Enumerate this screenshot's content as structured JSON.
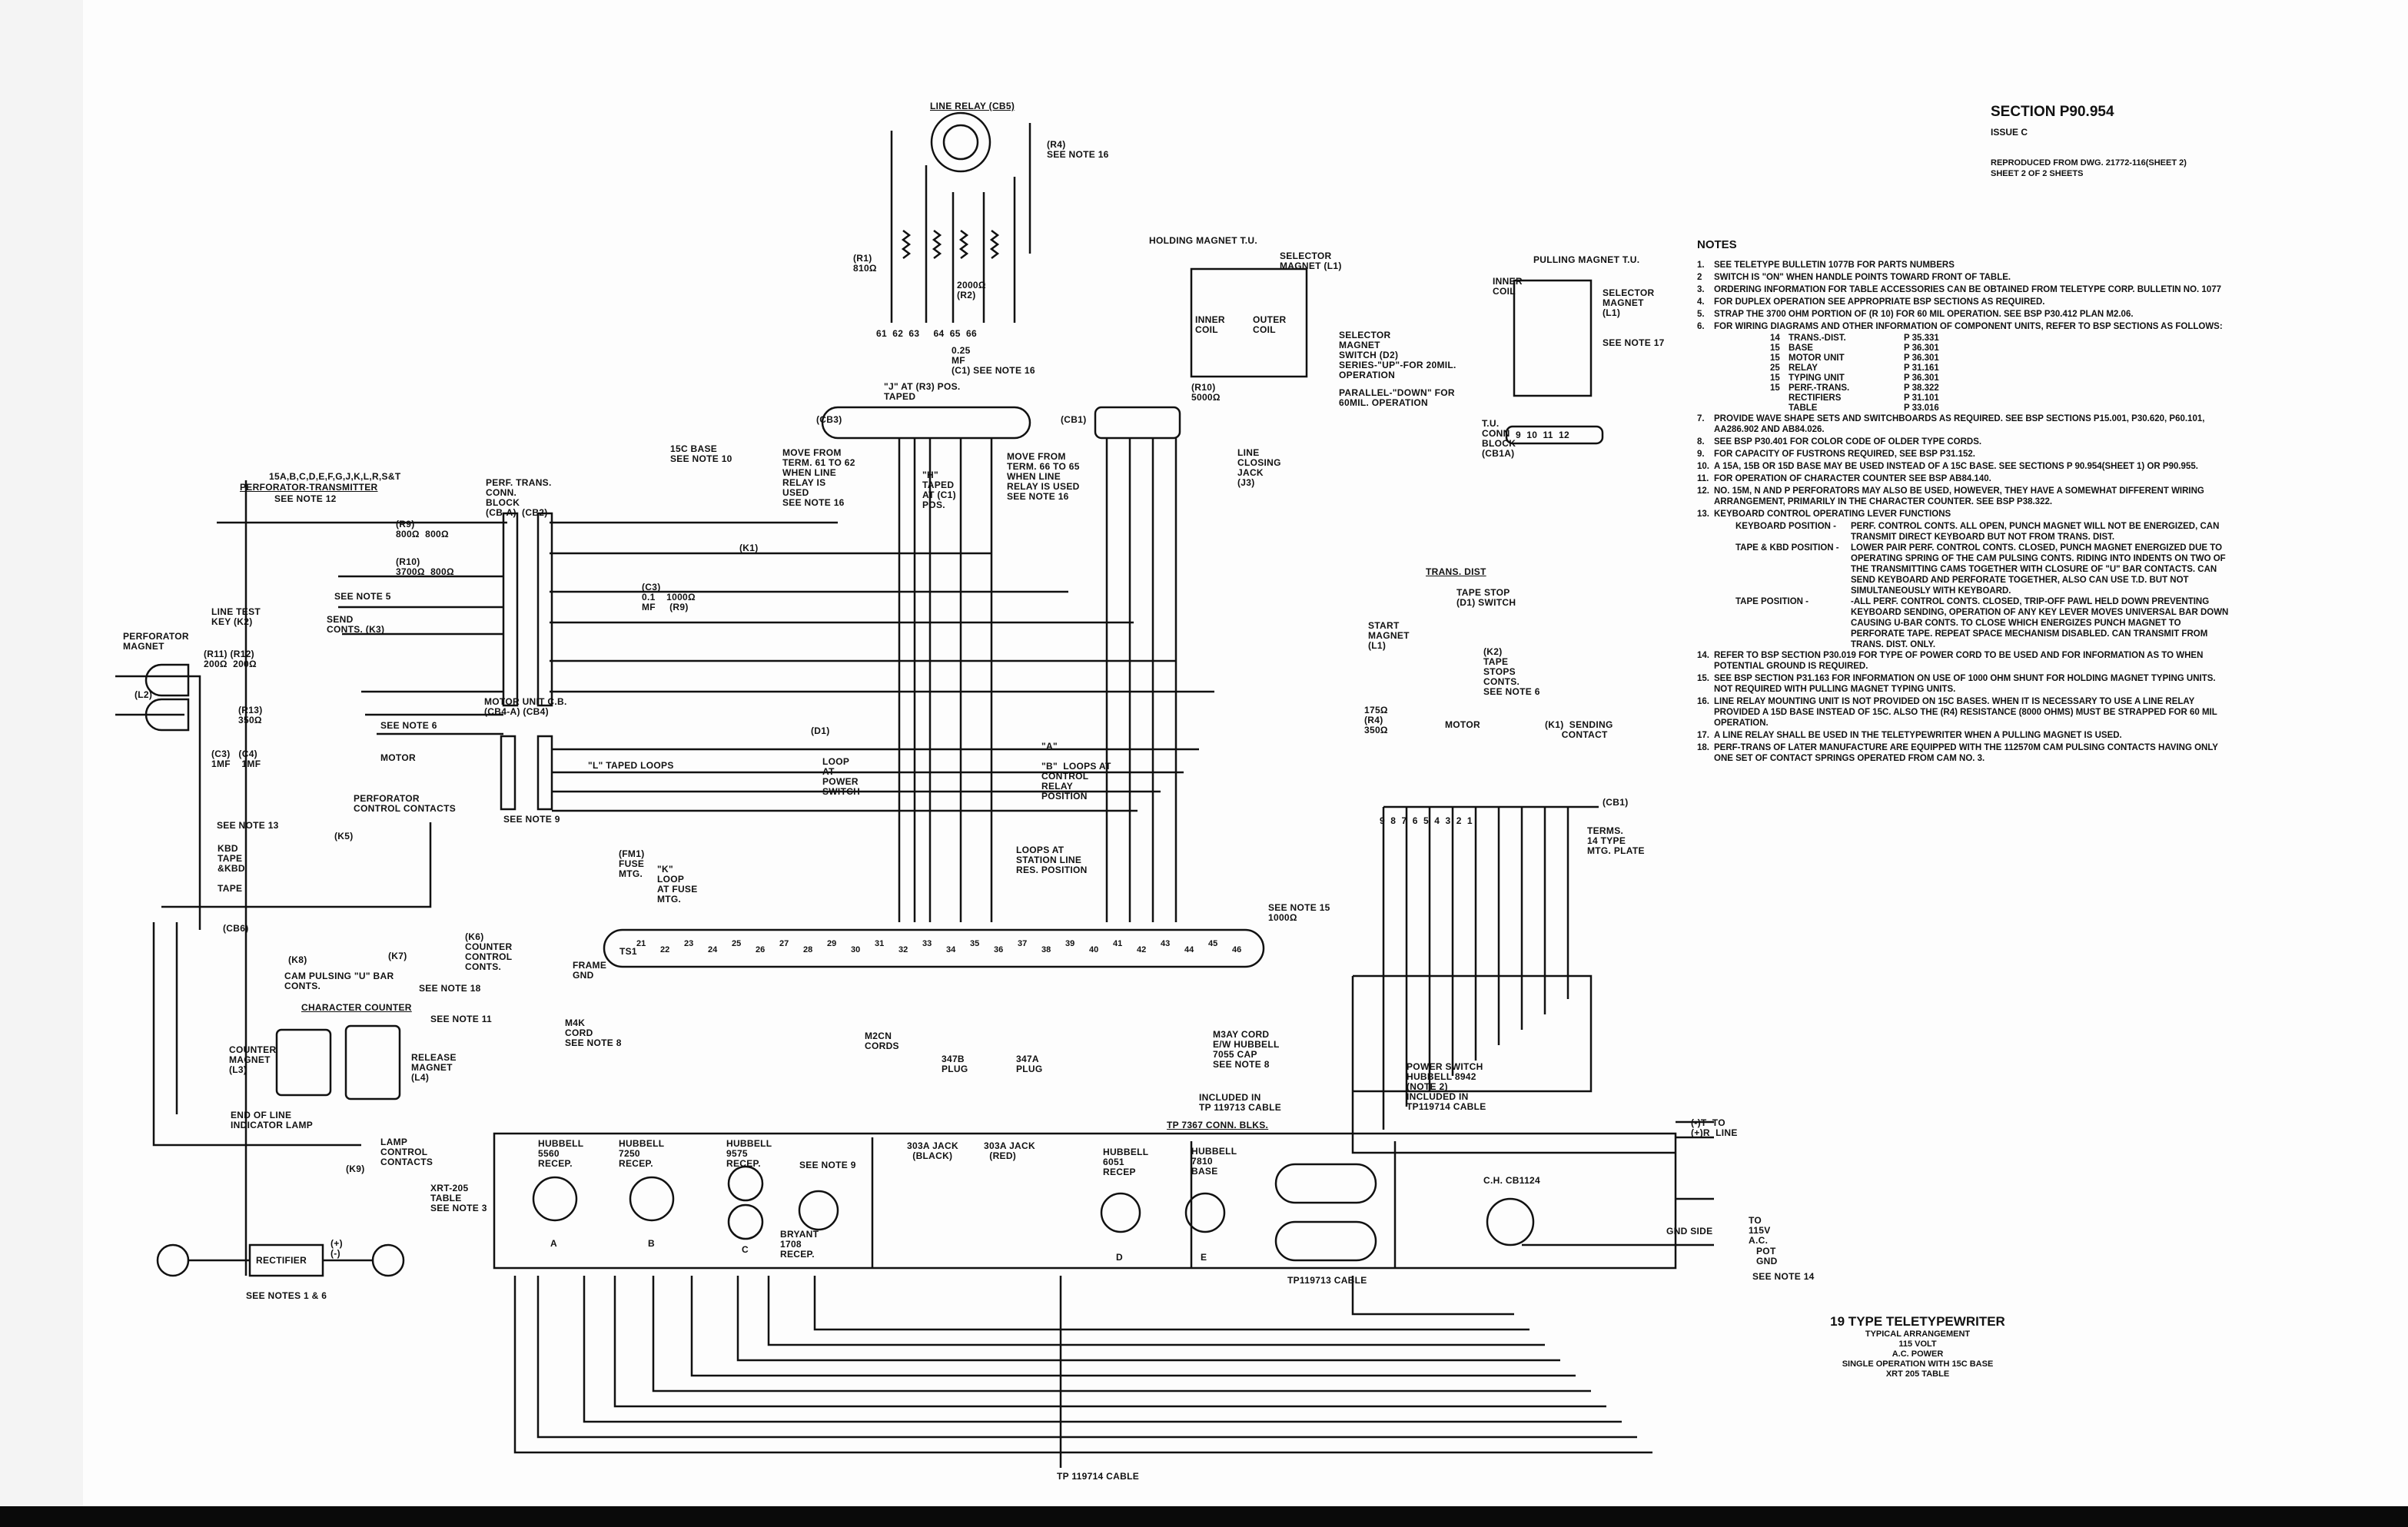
{
  "header": {
    "section": "SECTION P90.954",
    "issue": "ISSUE C",
    "reproduced": "REPRODUCED FROM DWG. 21772-116(SHEET 2)",
    "sheet": "SHEET 2 OF 2 SHEETS"
  },
  "notes": {
    "heading": "NOTES",
    "items": [
      {
        "n": "1.",
        "text": "SEE TELETYPE BULLETIN 1077B FOR PARTS NUMBERS"
      },
      {
        "n": "2",
        "text": "SWITCH IS \"ON\" WHEN HANDLE POINTS TOWARD FRONT OF TABLE."
      },
      {
        "n": "3.",
        "text": "ORDERING INFORMATION FOR TABLE ACCESSORIES CAN BE OBTAINED FROM TELETYPE CORP. BULLETIN NO. 1077"
      },
      {
        "n": "4.",
        "text": "FOR DUPLEX OPERATION SEE APPROPRIATE BSP SECTIONS AS REQUIRED."
      },
      {
        "n": "5.",
        "text": "STRAP THE 3700 OHM PORTION OF (R 10) FOR 60 MIL OPERATION. SEE BSP P30.412 PLAN M2.06."
      },
      {
        "n": "6.",
        "text": "FOR WIRING DIAGRAMS AND OTHER INFORMATION OF COMPONENT UNITS, REFER TO BSP SECTIONS AS FOLLOWS:"
      }
    ],
    "bsp_table": [
      {
        "num": "14",
        "unit": "TRANS.-DIST.",
        "section": "P 35.331"
      },
      {
        "num": "15",
        "unit": "BASE",
        "section": "P 36.301"
      },
      {
        "num": "15",
        "unit": "MOTOR UNIT",
        "section": "P 36.301"
      },
      {
        "num": "25",
        "unit": "RELAY",
        "section": "P 31.161"
      },
      {
        "num": "15",
        "unit": "TYPING UNIT",
        "section": "P 36.301"
      },
      {
        "num": "15",
        "unit": "PERF.-TRANS.",
        "section": "P 38.322"
      },
      {
        "num": "",
        "unit": "RECTIFIERS",
        "section": "P 31.101"
      },
      {
        "num": "",
        "unit": "TABLE",
        "section": "P 33.016"
      }
    ],
    "items2": [
      {
        "n": "7.",
        "text": "PROVIDE WAVE SHAPE SETS AND SWITCHBOARDS AS REQUIRED. SEE BSP SECTIONS P15.001, P30.620, P60.101, AA286.902 AND AB84.026."
      },
      {
        "n": "8.",
        "text": "SEE BSP P30.401 FOR COLOR CODE OF OLDER TYPE CORDS."
      },
      {
        "n": "9.",
        "text": "FOR CAPACITY OF FUSTRONS REQUIRED, SEE BSP P31.152."
      },
      {
        "n": "10.",
        "text": "A 15A, 15B OR 15D BASE MAY BE USED INSTEAD OF A 15C BASE. SEE SECTIONS P 90.954(SHEET 1) OR P90.955."
      },
      {
        "n": "11.",
        "text": "FOR OPERATION OF CHARACTER COUNTER SEE BSP AB84.140."
      },
      {
        "n": "12.",
        "text": "NO. 15M, N AND P PERFORATORS MAY ALSO BE USED, HOWEVER, THEY HAVE A SOMEWHAT DIFFERENT WIRING ARRANGEMENT, PRIMARILY IN THE CHARACTER COUNTER. SEE BSP P38.322."
      },
      {
        "n": "13.",
        "text": "KEYBOARD CONTROL OPERATING LEVER FUNCTIONS"
      }
    ],
    "lever_positions": [
      {
        "pos": "KEYBOARD POSITION -",
        "text": "PERF. CONTROL CONTS. ALL OPEN, PUNCH MAGNET WILL NOT BE ENERGIZED, CAN TRANSMIT DIRECT KEYBOARD BUT NOT FROM TRANS. DIST."
      },
      {
        "pos": "TAPE & KBD POSITION -",
        "text": "LOWER PAIR PERF. CONTROL CONTS. CLOSED, PUNCH MAGNET ENERGIZED DUE TO OPERATING SPRING OF THE CAM PULSING CONTS. RIDING INTO INDENTS ON TWO OF THE TRANSMITTING CAMS TOGETHER WITH CLOSURE OF \"U\" BAR CONTACTS. CAN SEND KEYBOARD AND PERFORATE TOGETHER, ALSO CAN USE T.D. BUT NOT SIMULTANEOUSLY WITH KEYBOARD."
      },
      {
        "pos": "TAPE POSITION -",
        "text": "-ALL PERF. CONTROL CONTS. CLOSED, TRIP-OFF PAWL HELD DOWN PREVENTING KEYBOARD SENDING, OPERATION OF ANY KEY LEVER MOVES UNIVERSAL BAR DOWN CAUSING U-BAR CONTS. TO CLOSE WHICH ENERGIZES PUNCH MAGNET TO PERFORATE TAPE. REPEAT SPACE MECHANISM DISABLED. CAN TRANSMIT FROM TRANS. DIST. ONLY."
      }
    ],
    "items3": [
      {
        "n": "14.",
        "text": "REFER TO BSP SECTION P30.019 FOR TYPE OF POWER CORD TO BE USED AND FOR INFORMATION AS TO WHEN POTENTIAL GROUND IS REQUIRED."
      },
      {
        "n": "15.",
        "text": "SEE BSP SECTION P31.163 FOR INFORMATION ON USE OF 1000 OHM SHUNT FOR HOLDING MAGNET TYPING UNITS. NOT REQUIRED WITH PULLING MAGNET TYPING UNITS."
      },
      {
        "n": "16.",
        "text": "LINE RELAY MOUNTING UNIT IS NOT PROVIDED ON 15C BASES. WHEN IT IS NECESSARY TO USE A LINE RELAY PROVIDED A 15D BASE INSTEAD OF 15C. ALSO THE (R4) RESISTANCE (8000 OHMS) MUST BE STRAPPED FOR 60 MIL OPERATION."
      },
      {
        "n": "17.",
        "text": "A LINE RELAY SHALL BE USED IN THE TELETYPEWRITER WHEN A PULLING MAGNET IS USED."
      },
      {
        "n": "18.",
        "text": "PERF-TRANS OF LATER MANUFACTURE ARE EQUIPPED WITH THE 112570M CAM PULSING CONTACTS HAVING ONLY ONE SET OF CONTACT SPRINGS OPERATED FROM CAM NO. 3."
      }
    ]
  },
  "title": {
    "main": "19 TYPE TELETYPEWRITER",
    "l1": "TYPICAL ARRANGEMENT",
    "l2": "115 VOLT",
    "l3": "A.C. POWER",
    "l4": "SINGLE OPERATION WITH 15C BASE",
    "l5": "XRT 205 TABLE"
  },
  "diagram": {
    "line_relay": "LINE RELAY (CB5)",
    "r4": "(R4)\nSEE NOTE 16",
    "c1": "0.25\nMF\n(C1) SEE NOTE 16",
    "j_r3": "\"J\" AT (R3) POS.\nTAPED",
    "r1": "(R1)\n810Ω",
    "r2": "2000Ω\n(R2)",
    "relay_terms": "61  62  63     64  65  66",
    "holding_tu": "HOLDING MAGNET T.U.",
    "sel_magnet": "SELECTOR\nMAGNET (L1)",
    "inner_coil": "INNER\nCOIL",
    "outer_coil": "OUTER\nCOIL",
    "sel_switch": "SELECTOR\nMAGNET\nSWITCH (D2)\nSERIES-\"UP\"-FOR 20MIL.\nOPERATION",
    "parallel": "PARALLEL-\"DOWN\" FOR\n60MIL. OPERATION",
    "r10b": "(R10)\n5000Ω",
    "line_jack": "LINE\nCLOSING\nJACK\n(J3)",
    "pulling_tu": "PULLING MAGNET T.U.",
    "inner_coil2": "INNER\nCOIL",
    "sel_magnet2": "SELECTOR\nMAGNET\n(L1)",
    "see17": "SEE NOTE 17",
    "tu_conn": "T.U.\nCONN\nBLOCK\n(CB1A)",
    "tu_terms": "9  10  11  12",
    "base15c": "15C BASE\nSEE NOTE 10",
    "move61": "MOVE FROM\nTERM. 61 TO 62\nWHEN LINE\nRELAY IS\nUSED\nSEE NOTE 16",
    "move66": "MOVE FROM\nTERM. 66 TO 65\nWHEN LINE\nRELAY IS USED\nSEE NOTE 16",
    "h_taped": "\"H\"\nTAPED\nAT (C1)\nPOS.",
    "cb3": "(CB3)",
    "cb1_top": "(CB1)",
    "perf_models": "15A,B,C,D,E,F,G,J,K,L,R,S&T",
    "perf_trans": "PERFORATOR-TRANSMITTER",
    "see12": "SEE NOTE 12",
    "conn_block": "PERF. TRANS.\nCONN.\nBLOCK\n(CB-A)  (CB2)",
    "r9": "(R9)\n800Ω  800Ω",
    "r10": "(R10)\n3700Ω  800Ω",
    "see5": "SEE NOTE 5",
    "send_conts": "SEND\nCONTS. (K3)",
    "line_test": "LINE TEST\nKEY (K2)",
    "perf_magnet": "PERFORATOR\nMAGNET",
    "l2": "(L2)",
    "r11r12": "(R11) (R12)\n200Ω  200Ω",
    "r13": "(R13)\n350Ω",
    "c3c4": "(C3)   (C4)\n1MF    1MF",
    "motor_cb": "MOTOR UNIT C.B.\n(CB4-A) (CB4)",
    "see9": "SEE NOTE 9",
    "see6": "SEE NOTE 6",
    "motor": "MOTOR",
    "taped_loops": "\"L\" TAPED LOOPS",
    "c3r9": "(C3)\n0.1    1000Ω\nMF     (R9)",
    "k1": "(K1)",
    "d1": "(D1)",
    "loop_power": "LOOP\nAT\nPOWER\nSWITCH",
    "loops_relay": "\"A\"\n\n\"B\"  LOOPS AT\nCONTROL\nRELAY\nPOSITION",
    "loops_station": "LOOPS AT\nSTATION LINE\nRES. POSITION",
    "see15": "SEE NOTE 15\n1000Ω",
    "fm1": "(FM1)\nFUSE\nMTG.",
    "loop_fuse": "\"K\"\nLOOP\nAT FUSE\nMTG.",
    "trans_dist": "TRANS. DIST",
    "tape_stop": "TAPE STOP\n(D1) SWITCH",
    "start_mag": "START\nMAGNET\n(L1)",
    "k2": "(K2)\nTAPE\nSTOPS\nCONTS.\nSEE NOTE 6",
    "r4b": "175Ω\n(R4)\n350Ω",
    "motor2": "MOTOR",
    "sending": "(K1)  SENDING\n      CONTACT",
    "cb1": "(CB1)",
    "terms": "TERMS.\n14 TYPE\nMTG. PLATE",
    "td_terms": "9  8  7  6  5  4  3  2  1",
    "see13": "SEE NOTE 13",
    "perf_ctrl": "PERFORATOR\nCONTROL CONTACTS",
    "k5": "(K5)",
    "kbd": "KBD\nTAPE\n&KBD\n\nTAPE",
    "cb6": "(CB6)",
    "k8": "(K8)",
    "cam_pulsing": "CAM PULSING \"U\" BAR\nCONTS.",
    "see18": "SEE NOTE 18",
    "k6": "(K6)\nCOUNTER\nCONTROL\nCONTS.",
    "k7": "(K7)",
    "char_counter": "CHARACTER COUNTER",
    "see11": "SEE NOTE 11",
    "counter_mag": "COUNTER\nMAGNET\n(L3)",
    "release_mag": "RELEASE\nMAGNET\n(L4)",
    "eol_lamp": "END OF LINE\nINDICATOR LAMP",
    "k9": "(K9)",
    "lamp_ctrl": "LAMP\nCONTROL\nCONTACTS",
    "frame_gnd": "FRAME\nGND",
    "ts1": "TS1",
    "m4k": "M4K\nCORD\nSEE NOTE 8",
    "m2cn": "M2CN\nCORDS",
    "p347b": "347B\nPLUG",
    "p347a": "347A\nPLUG",
    "m3ay": "M3AY CORD\nE/W HUBBELL\n7055 CAP\nSEE NOTE 8",
    "incl713": "INCLUDED IN\nTP 119713 CABLE",
    "power_sw": "POWER SWITCH\nHUBBELL 8942\n(NOTE 2)\nINCLUDED IN\nTP119714 CABLE",
    "tp7367": "TP 7367 CONN. BLKS.",
    "to_line": "(-)T  TO\n(+)R  LINE",
    "base_terms": [
      "21",
      "22",
      "23",
      "24",
      "25",
      "26",
      "27",
      "28",
      "29",
      "30",
      "31",
      "32",
      "33",
      "34",
      "35",
      "36",
      "37",
      "38",
      "39",
      "40",
      "41",
      "42",
      "43",
      "44",
      "45",
      "46"
    ],
    "xrt": "XRT-205\nTABLE\nSEE NOTE 3",
    "rectifier": "RECTIFIER",
    "rect_pm": "(+)\n(-)",
    "see1_6": "SEE NOTES 1 & 6",
    "hub5560": "HUBBELL\n5560\nRECEP.",
    "hub7250": "HUBBELL\n7250\nRECEP.",
    "hub9575": "HUBBELL\n9575\nRECEP.",
    "see9b": "SEE NOTE 9",
    "bryant": "BRYANT\n1708\nRECEP.",
    "jack_black": "303A JACK\n  (BLACK)",
    "jack_red": "303A JACK\n  (RED)",
    "hub6051": "HUBBELL\n6051\nRECEP",
    "hub7810": "HUBBELL\n7810\nBASE",
    "ltr_a": "A",
    "ltr_b": "B",
    "ltr_c": "C",
    "ltr_d": "D",
    "ltr_e": "E",
    "tp119713": "TP119713 CABLE",
    "ch": "C.H. CB1124",
    "gnd_side": "GND SIDE",
    "to115": "TO\n115V\nA.C.",
    "pot_gnd": "POT\nGND",
    "see14": "SEE NOTE 14",
    "tp119714": "TP 119714 CABLE"
  }
}
